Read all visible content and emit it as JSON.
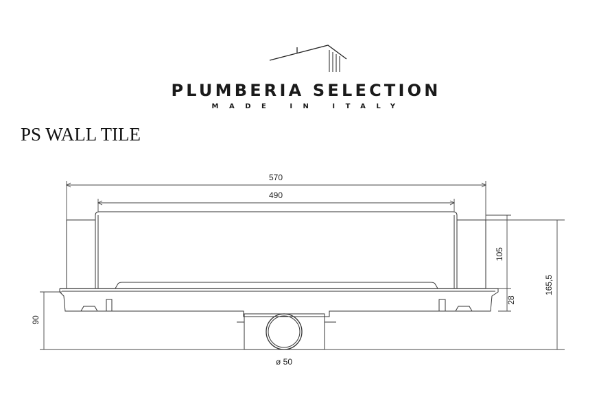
{
  "brand": {
    "name": "PLUMBERIA SELECTION",
    "tagline": "MADE IN ITALY"
  },
  "product": {
    "title": "PS WALL TILE"
  },
  "dimensions": {
    "overall_width": "570",
    "inner_width": "490",
    "panel_height": "105",
    "base_height": "28",
    "total_height": "165,5",
    "channel_height": "90",
    "outlet_diameter": "ø 50"
  },
  "colors": {
    "line": "#333333",
    "dim_line": "#444444"
  }
}
